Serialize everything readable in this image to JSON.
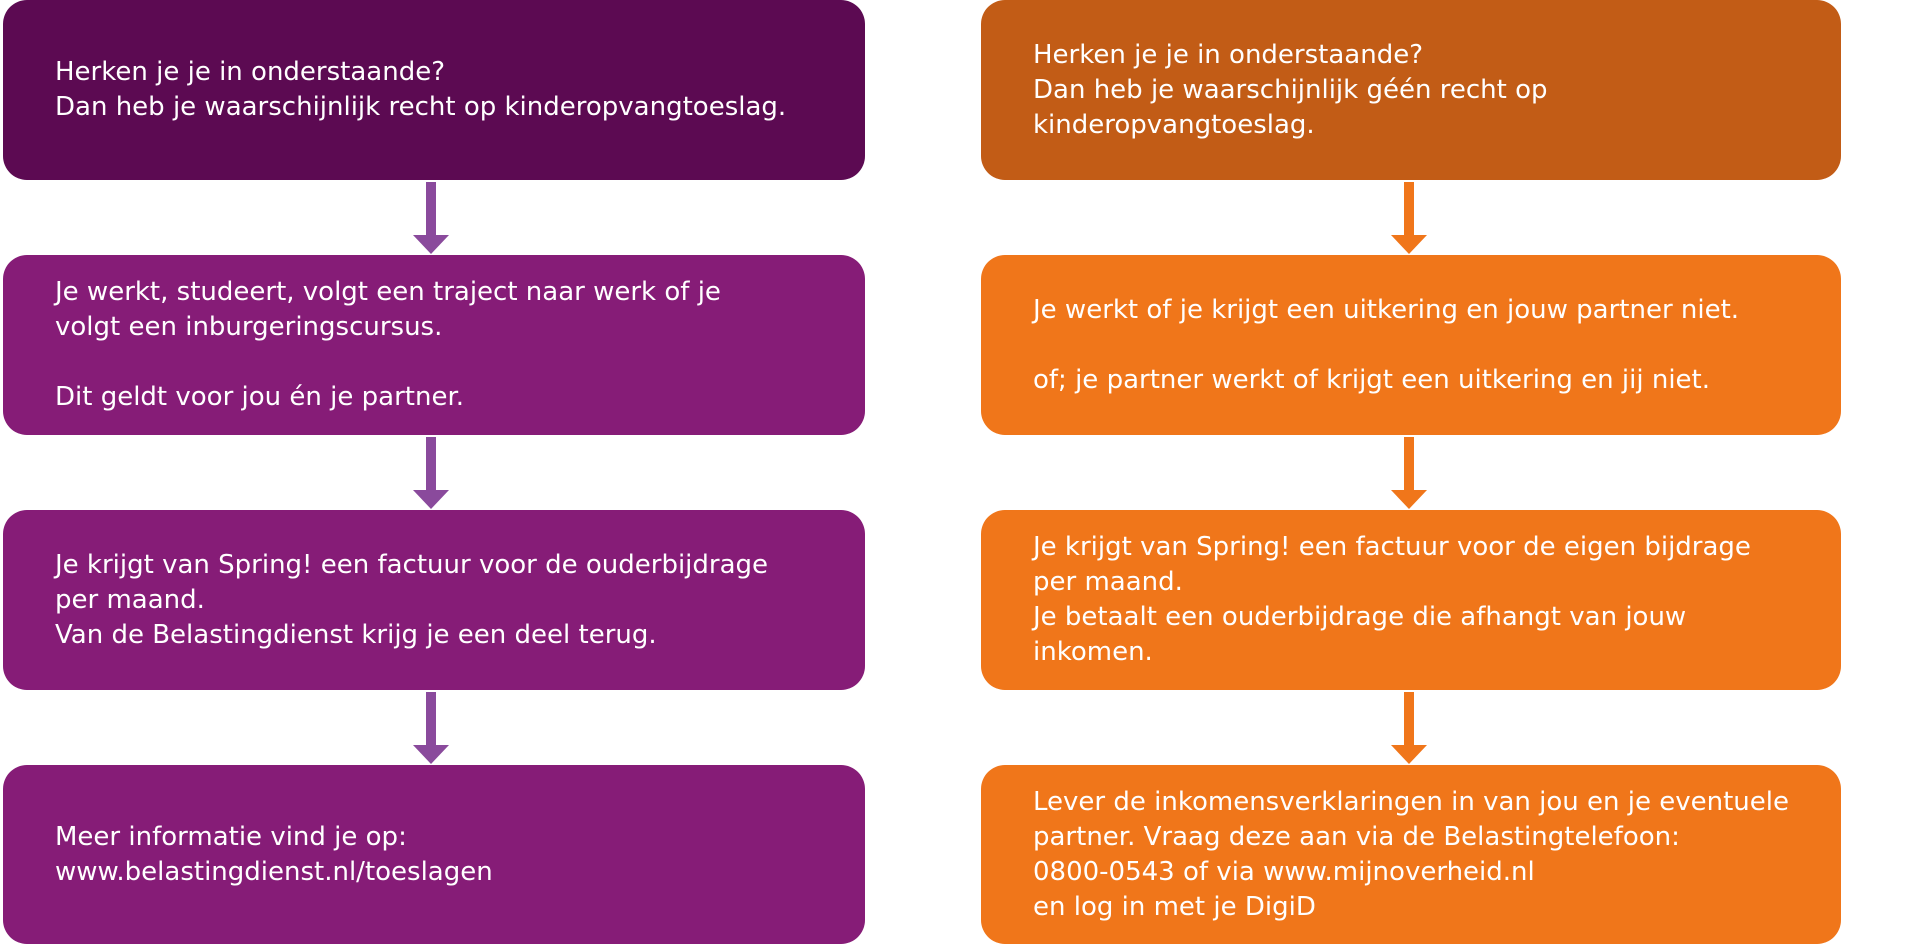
{
  "colors": {
    "left_top": "#5c0a52",
    "left_body": "#861c77",
    "left_arrow": "#8a4a9c",
    "right_top": "#c25c16",
    "right_body": "#f0761a",
    "right_arrow": "#f0761a"
  },
  "left": {
    "box1": [
      "Herken je je in onderstaande?",
      "Dan heb je waarschijnlijk recht op kinderopvangtoeslag."
    ],
    "box2": [
      "Je werkt, studeert, volgt een traject naar werk of je",
      "volgt een inburgeringscursus.",
      "",
      "Dit geldt voor jou én je partner."
    ],
    "box3": [
      "Je krijgt van Spring! een factuur voor de ouderbijdrage",
      "per maand.",
      "Van de Belastingdienst krijg je een deel terug."
    ],
    "box4": [
      "Meer informatie vind je op:",
      "www.belastingdienst.nl/toeslagen"
    ]
  },
  "right": {
    "box1": [
      "Herken je je in onderstaande?",
      "Dan heb je waarschijnlijk géén recht op",
      "kinderopvangtoeslag."
    ],
    "box2": [
      "Je werkt of je krijgt een uitkering en jouw partner niet.",
      "",
      "of; je partner werkt of krijgt een uitkering en jij niet."
    ],
    "box3": [
      "Je krijgt van Spring! een factuur voor de eigen bijdrage",
      "per maand.",
      "Je betaalt een ouderbijdrage die afhangt van jouw",
      "inkomen."
    ],
    "box4": [
      "Lever de inkomensverklaringen in van jou en je eventuele",
      "partner. Vraag deze aan via de Belastingtelefoon:",
      "0800-0543 of via www.mijnoverheid.nl",
      "en log in met je DigiD"
    ]
  }
}
